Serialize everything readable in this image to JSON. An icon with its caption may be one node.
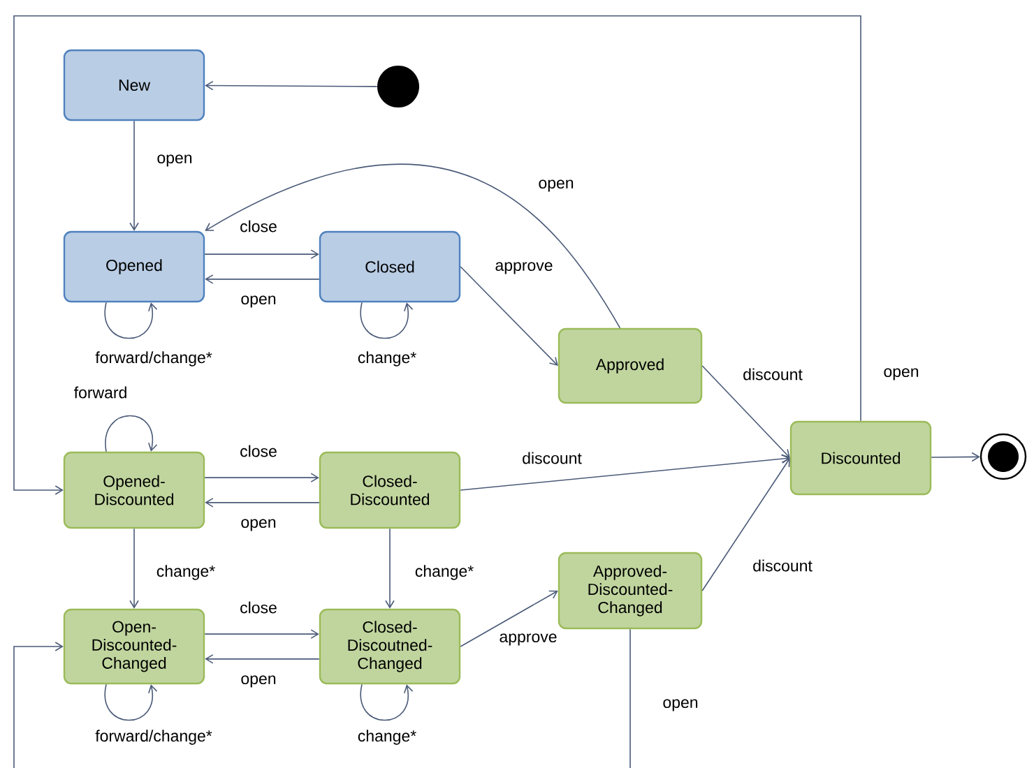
{
  "diagram": {
    "nodes": [
      {
        "text": [
          "New"
        ]
      },
      {
        "text": [],
        "shape": "circle"
      },
      {
        "text": [
          "Opened"
        ]
      },
      {
        "text": [
          "Closed"
        ]
      },
      {
        "text": [
          "Approved"
        ]
      },
      {
        "text": [
          "Opened- Discounted"
        ]
      },
      {
        "text": [
          "Closed- Discounted"
        ]
      },
      {
        "text": [
          "Discounted"
        ]
      },
      {
        "text": [],
        "shape": "circle"
      },
      {
        "text": [
          "Open- Discounted- Changed"
        ]
      },
      {
        "text": [
          "Closed- Discoutned- Changed"
        ]
      },
      {
        "text": [
          "Approved- Discounted- Changed"
        ]
      }
    ],
    "edges": [
      {
        "from": 1,
        "to": 0,
        "arrow": "to"
      },
      {
        "from": 0,
        "to": 2,
        "arrow": "to",
        "label": "open"
      },
      {
        "from": 2,
        "to": 3,
        "arrow": "to",
        "label": "close"
      },
      {
        "from": 3,
        "to": 2,
        "arrow": "to",
        "label": "open"
      },
      {
        "from": 2,
        "to": 2,
        "arrow": "to",
        "label": "forward/change*"
      },
      {
        "from": 3,
        "to": 3,
        "arrow": "to",
        "label": "change*"
      },
      {
        "from": 3,
        "to": 4,
        "arrow": "to",
        "label": "approve"
      },
      {
        "from": 4,
        "to": 2,
        "arrow": "to",
        "label": "open"
      },
      {
        "from": 4,
        "to": 7,
        "arrow": "to",
        "label": "discount"
      },
      {
        "from": 7,
        "to": 5,
        "arrow": "to",
        "label": "open"
      },
      {
        "from": 5,
        "to": 5,
        "arrow": "to",
        "label": "forward"
      },
      {
        "from": 5,
        "to": 6,
        "arrow": "to",
        "label": "close"
      },
      {
        "from": 6,
        "to": 5,
        "arrow": "to",
        "label": "open"
      },
      {
        "from": 6,
        "to": 7,
        "arrow": "to",
        "label": "discount"
      },
      {
        "from": 5,
        "to": 9,
        "arrow": "to",
        "label": "change*"
      },
      {
        "from": 6,
        "to": 10,
        "arrow": "to",
        "label": "change*"
      },
      {
        "from": 9,
        "to": 10,
        "arrow": "to",
        "label": "close"
      },
      {
        "from": 10,
        "to": 9,
        "arrow": "to",
        "label": "open"
      },
      {
        "from": 9,
        "to": 9,
        "arrow": "to",
        "label": "forward/change*"
      },
      {
        "from": 10,
        "to": 10,
        "arrow": "to",
        "label": "change*"
      },
      {
        "from": 10,
        "to": 11,
        "arrow": "to",
        "label": "approve"
      },
      {
        "from": 11,
        "to": 7,
        "arrow": "to",
        "label": "discount"
      },
      {
        "from": 11,
        "to": 9,
        "arrow": "to",
        "label": "open"
      },
      {
        "from": 7,
        "to": 8,
        "arrow": "to"
      }
    ]
  }
}
